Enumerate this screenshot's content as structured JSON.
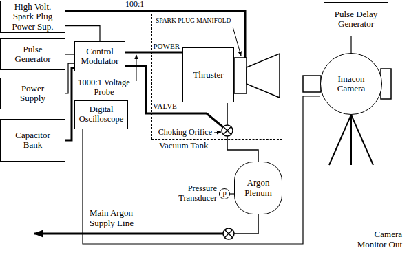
{
  "diagram": {
    "nodes": [
      {
        "text": [
          "High Volt. Spark Plug Power Sup."
        ]
      },
      {
        "text": [
          "Pulse Generator"
        ]
      },
      {
        "text": [
          "Power Supply"
        ]
      },
      {
        "text": [
          "Capacitor Bank"
        ]
      },
      {
        "text": [
          "Control Modulator"
        ]
      },
      {
        "text": [
          "Digital Oscilloscope"
        ]
      },
      {
        "text": [
          "Vacuum Tank"
        ]
      },
      {
        "text": [
          "Thruster"
        ],
        "in": 6
      },
      {
        "text": [
          "Pulse Delay Generator"
        ]
      },
      {
        "text": [
          "Imacon Camera"
        ]
      },
      {
        "text": [
          "Argon Plenum"
        ]
      },
      {
        "text": [
          "P"
        ]
      }
    ],
    "edges": [
      {
        "from": 0,
        "to": 4,
        "arrow": "none"
      },
      {
        "from": 1,
        "to": 4,
        "arrow": "none"
      },
      {
        "from": 2,
        "to": 4,
        "arrow": "none"
      },
      {
        "from": 3,
        "to": 4,
        "arrow": "none"
      },
      {
        "from": 4,
        "to": 7,
        "label": "POWER",
        "arrow": "none"
      },
      {
        "from": 5,
        "to": 9,
        "arrow": "none"
      },
      {
        "from": 8,
        "to": 9,
        "arrow": "none"
      },
      {
        "from": 11,
        "to": 10,
        "arrow": "none"
      }
    ],
    "labels": [
      "100:1",
      "SPARK PLUG MANIFOLD",
      "1000:1 Voltage Probe",
      "VALVE",
      "Choking Orifice",
      "Pressure Transducer",
      "Main Argon Supply Line",
      "Camera Monitor Out"
    ]
  }
}
